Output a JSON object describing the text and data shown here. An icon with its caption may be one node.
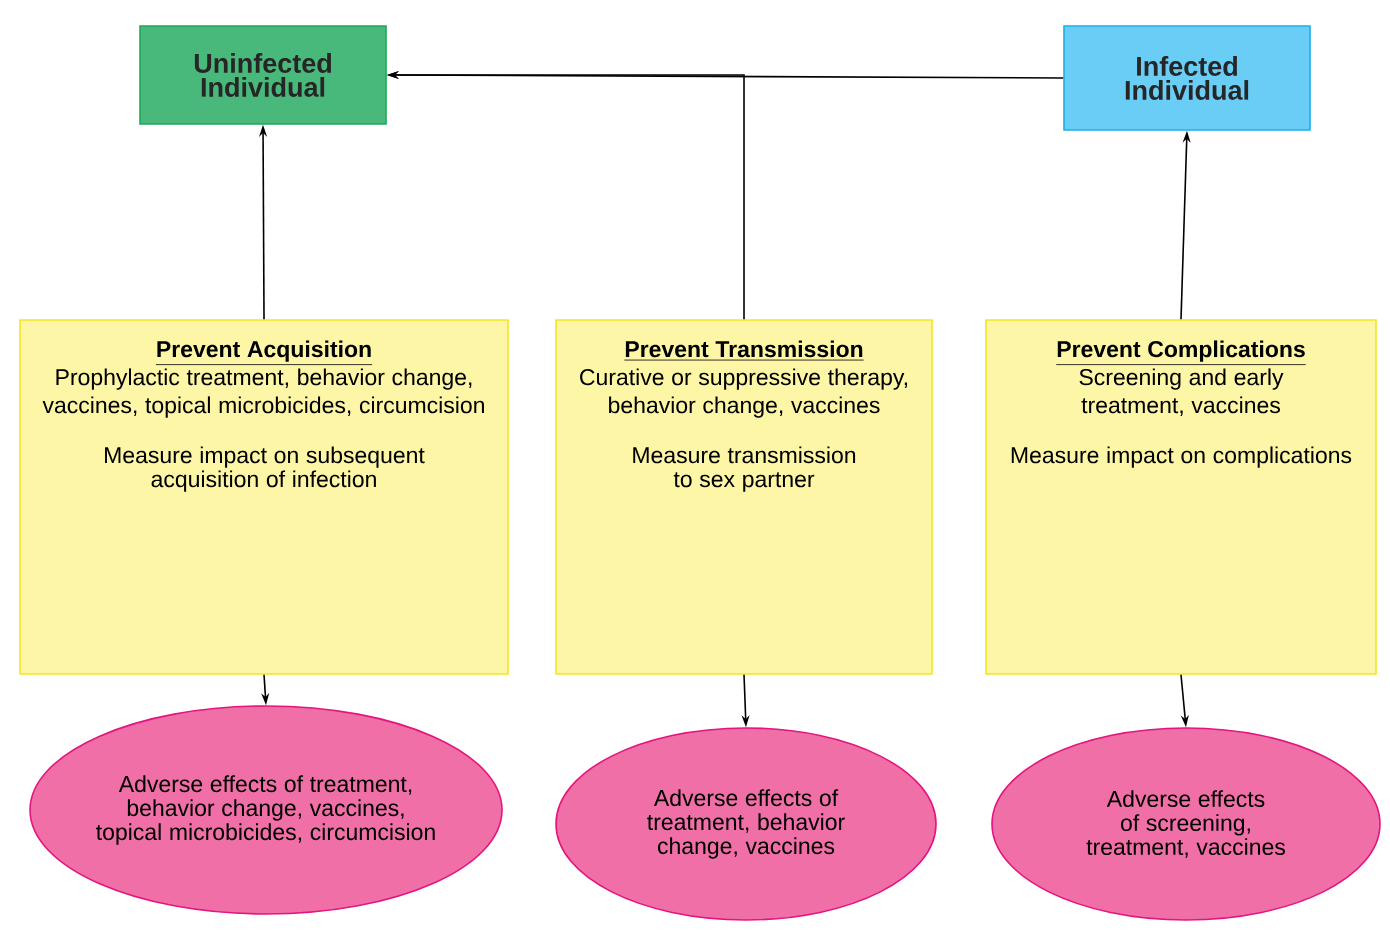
{
  "diagram": {
    "nodes": [
      {
        "text": [
          "Uninfected Individual"
        ]
      },
      {
        "text": [
          "Infected Individual"
        ]
      },
      {
        "text": [
          "Prevent Acquisition",
          "Prophylactic treatment, behavior change, vaccines, topical microbicides, circumcision",
          "Measure impact on subsequent acquisition of infection"
        ]
      },
      {
        "text": [
          "Prevent Transmission",
          "Curative or suppressive therapy, behavior change, vaccines",
          "Measure transmission to sex partner"
        ]
      },
      {
        "text": [
          "Prevent Complications",
          "Screening and early treatment, vaccines",
          "Measure impact on complications"
        ]
      },
      {
        "text": [
          "Adverse effects of treatment, behavior change, vaccines, topical microbicides, circumcision"
        ]
      },
      {
        "text": [
          "Adverse effects of treatment, behavior change, vaccines"
        ]
      },
      {
        "text": [
          "Adverse effects of screening, treatment, vaccines"
        ]
      }
    ],
    "edges": [
      {
        "from": 1,
        "to": 0,
        "arrow": "to"
      },
      {
        "from": 3,
        "to": 0,
        "arrow": "to"
      },
      {
        "from": 2,
        "to": 0,
        "arrow": "to"
      },
      {
        "from": 4,
        "to": 1,
        "arrow": "to"
      },
      {
        "from": 2,
        "to": 5,
        "arrow": "to"
      },
      {
        "from": 3,
        "to": 6,
        "arrow": "to"
      },
      {
        "from": 4,
        "to": 7,
        "arrow": "to"
      }
    ]
  }
}
